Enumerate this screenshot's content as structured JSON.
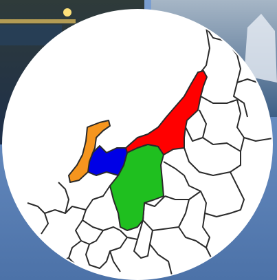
{
  "map": {
    "background_color": "#ffffff",
    "border_color": "#2a2a2a",
    "highlighted_regions": [
      {
        "id": "region-red",
        "color": "#ff0000"
      },
      {
        "id": "region-green",
        "color": "#1fbf1f"
      },
      {
        "id": "region-blue",
        "color": "#0000e6"
      },
      {
        "id": "region-orange",
        "color": "#f5951e"
      }
    ],
    "default_region_fill": "#ffffff"
  }
}
